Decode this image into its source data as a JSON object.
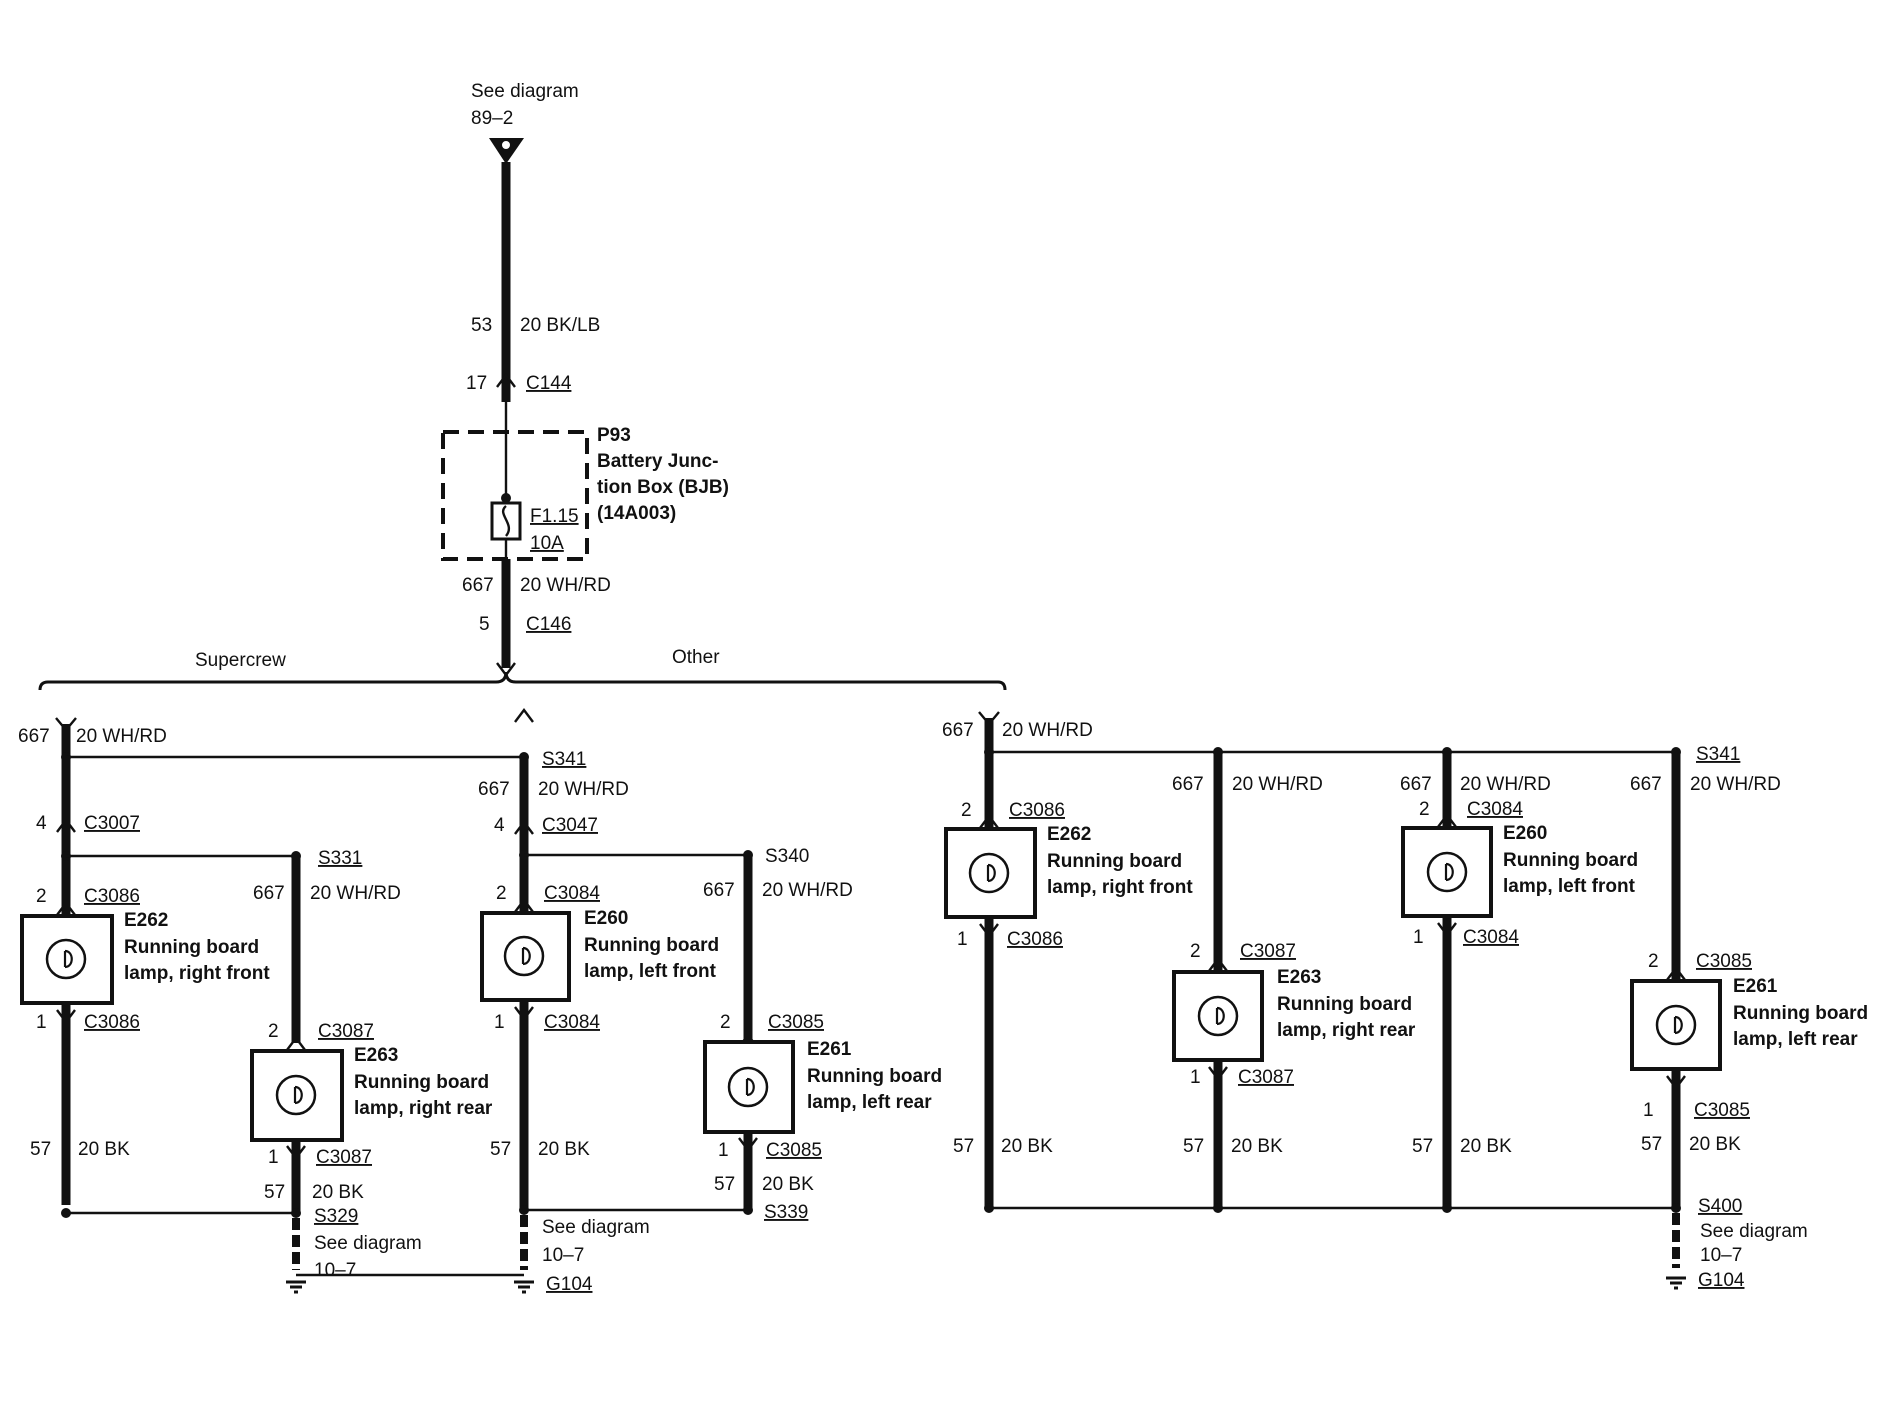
{
  "top": {
    "see_diagram_l1": "See diagram",
    "see_diagram_l2": "89–2"
  },
  "feed": {
    "pin53": "53",
    "wire_bklb": "20 BK/LB",
    "pin17": "17",
    "c144": "C144"
  },
  "bjb": {
    "id": "P93",
    "name_l1": "Battery Junc-",
    "name_l2": "tion Box (BJB)",
    "name_l3": "(14A003)",
    "fuse_id": "F1.15",
    "fuse_rating": "10A"
  },
  "out": {
    "pin667": "667",
    "wire": "20 WH/RD",
    "pin5": "5",
    "c146": "C146"
  },
  "branches": {
    "supercrew": "Supercrew",
    "other": "Other"
  },
  "common": {
    "p667": "667",
    "p57": "57",
    "p1": "1",
    "p2": "2",
    "p4": "4",
    "wh_rd": "20 WH/RD",
    "bk": "20 BK",
    "rb": "Running board",
    "see_diag": "See diagram",
    "diag107": "10–7"
  },
  "splices": {
    "s341": "S341",
    "s331": "S331",
    "s340": "S340",
    "s329": "S329",
    "s339": "S339",
    "s400": "S400"
  },
  "grounds": {
    "g104": "G104"
  },
  "connectors": {
    "c3007": "C3007",
    "c3047": "C3047",
    "c3084": "C3084",
    "c3085": "C3085",
    "c3086": "C3086",
    "c3087": "C3087"
  },
  "lamps": {
    "e260": {
      "id": "E260",
      "pos": "lamp, left front"
    },
    "e261": {
      "id": "E261",
      "pos": "lamp, left rear"
    },
    "e262": {
      "id": "E262",
      "pos": "lamp, right front"
    },
    "e263": {
      "id": "E263",
      "pos": "lamp, right rear"
    }
  }
}
